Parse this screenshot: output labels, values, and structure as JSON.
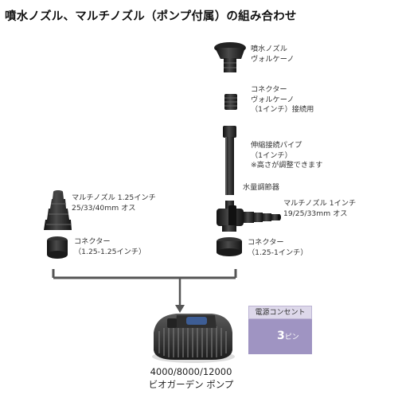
{
  "title": "噴水ノズル、マルチノズル（ポンプ付属）の組み合わせ",
  "parts": {
    "fountain_nozzle": {
      "lines": [
        "噴水ノズル",
        "ヴォルケーノ"
      ]
    },
    "connector_volcano": {
      "lines": [
        "コネクター",
        "ヴォルケーノ",
        "（1インチ）接続用"
      ]
    },
    "extension_pipe": {
      "lines": [
        "伸縮接続パイプ",
        "（1インチ）",
        "※高さが調整できます"
      ]
    },
    "flow_regulator": {
      "lines": [
        "水量調節器"
      ]
    },
    "multi_nozzle_1in": {
      "lines": [
        "マルチノズル 1インチ",
        "19/25/33mm オス"
      ]
    },
    "connector_1in": {
      "lines": [
        "コネクター",
        "（1.25-1インチ）"
      ]
    },
    "multi_nozzle_125": {
      "lines": [
        "マルチノズル 1.25インチ",
        "25/33/40mm オス"
      ]
    },
    "connector_125": {
      "lines": [
        "コネクター",
        "（1.25-1.25インチ）"
      ]
    }
  },
  "badge": {
    "title": "電源コンセント",
    "pins_number": "3",
    "pins_unit": "ピン"
  },
  "pump": {
    "models": "4000/8000/12000",
    "name": "ビオガーデン ポンプ"
  },
  "colors": {
    "badge_fill": "#9f94c2",
    "badge_header": "#ddd8ea",
    "part_dark": "#2b2b2b",
    "line": "#555555"
  }
}
